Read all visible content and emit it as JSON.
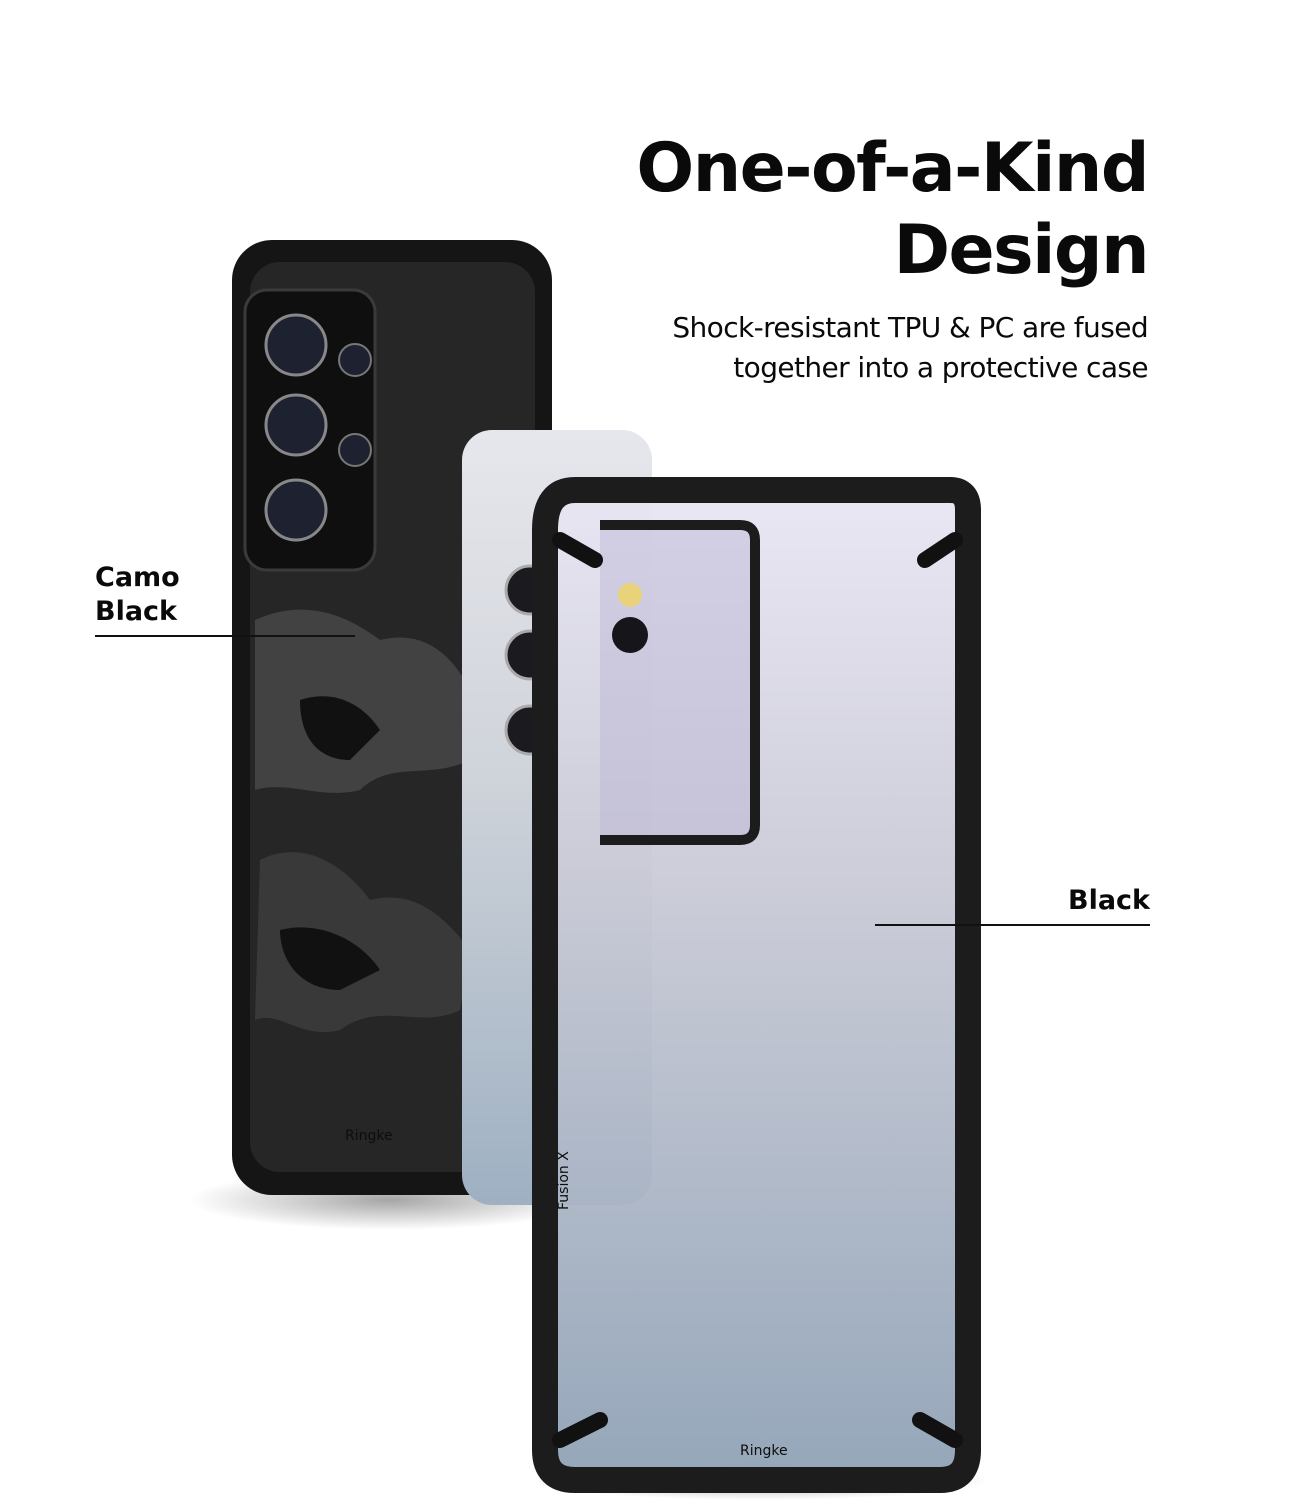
{
  "headline": {
    "title_line1": "One-of-a-Kind",
    "title_line2": "Design",
    "subtitle_line1": "Shock-resistant TPU & PC are fused",
    "subtitle_line2": "together into a protective case"
  },
  "variants": [
    {
      "label_line1": "Camo",
      "label_line2": "Black"
    },
    {
      "label_line1": "Black"
    }
  ],
  "product_markings": {
    "brand": "Ringke",
    "model": "Fusion X"
  },
  "colors": {
    "background": "#ffffff",
    "text": "#0a0a0a",
    "case_black": "#1c1c1c",
    "phone_silver": "#c9ccd2"
  }
}
